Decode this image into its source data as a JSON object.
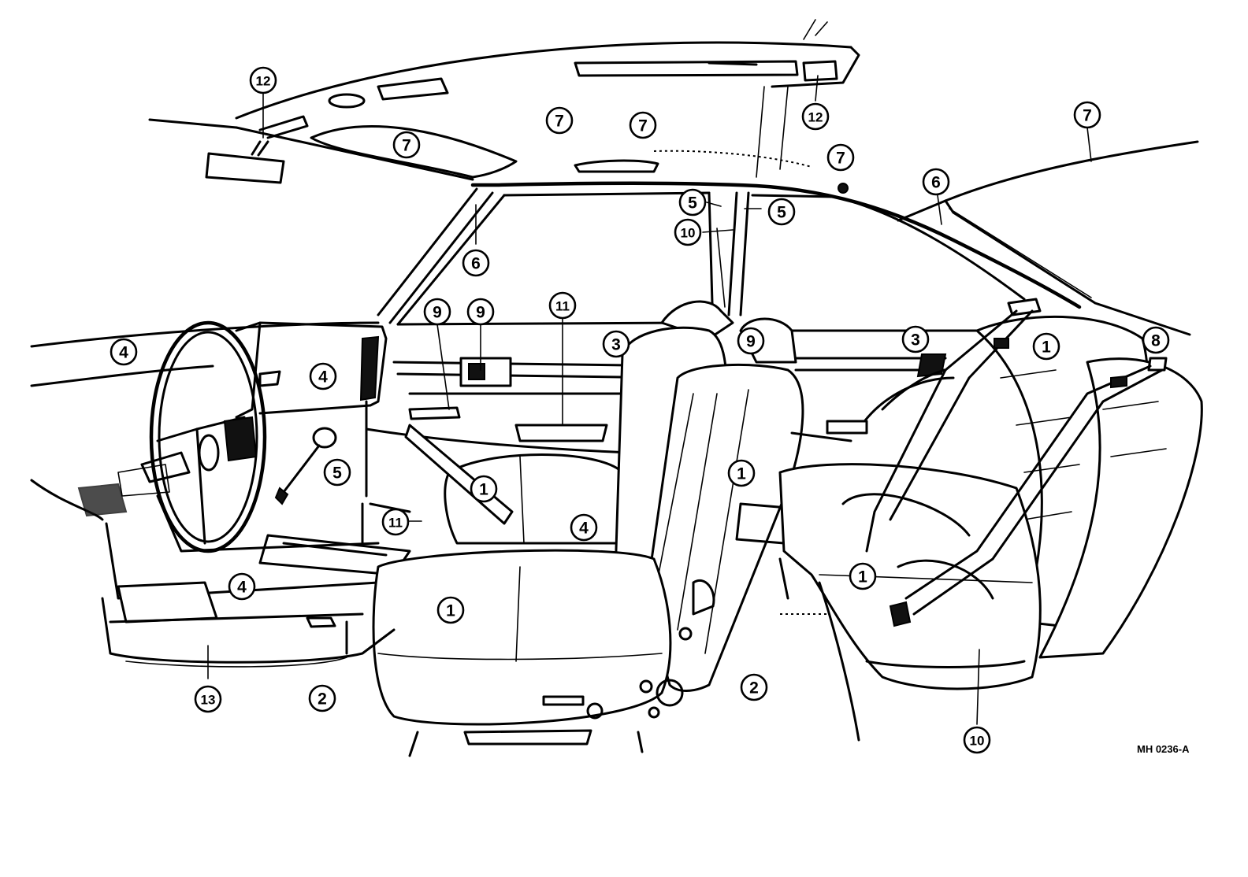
{
  "diagram": {
    "drawing_code": "MH 0236-A",
    "callouts": [
      {
        "label": "12"
      },
      {
        "label": "12"
      },
      {
        "label": "7"
      },
      {
        "label": "7"
      },
      {
        "label": "7"
      },
      {
        "label": "7"
      },
      {
        "label": "7"
      },
      {
        "label": "6"
      },
      {
        "label": "6"
      },
      {
        "label": "5"
      },
      {
        "label": "5"
      },
      {
        "label": "5"
      },
      {
        "label": "10"
      },
      {
        "label": "10"
      },
      {
        "label": "9"
      },
      {
        "label": "9"
      },
      {
        "label": "9"
      },
      {
        "label": "11"
      },
      {
        "label": "11"
      },
      {
        "label": "3"
      },
      {
        "label": "3"
      },
      {
        "label": "4"
      },
      {
        "label": "4"
      },
      {
        "label": "4"
      },
      {
        "label": "4"
      },
      {
        "label": "1"
      },
      {
        "label": "1"
      },
      {
        "label": "1"
      },
      {
        "label": "1"
      },
      {
        "label": "1"
      },
      {
        "label": "8"
      },
      {
        "label": "2"
      },
      {
        "label": "2"
      },
      {
        "label": "13"
      }
    ]
  }
}
